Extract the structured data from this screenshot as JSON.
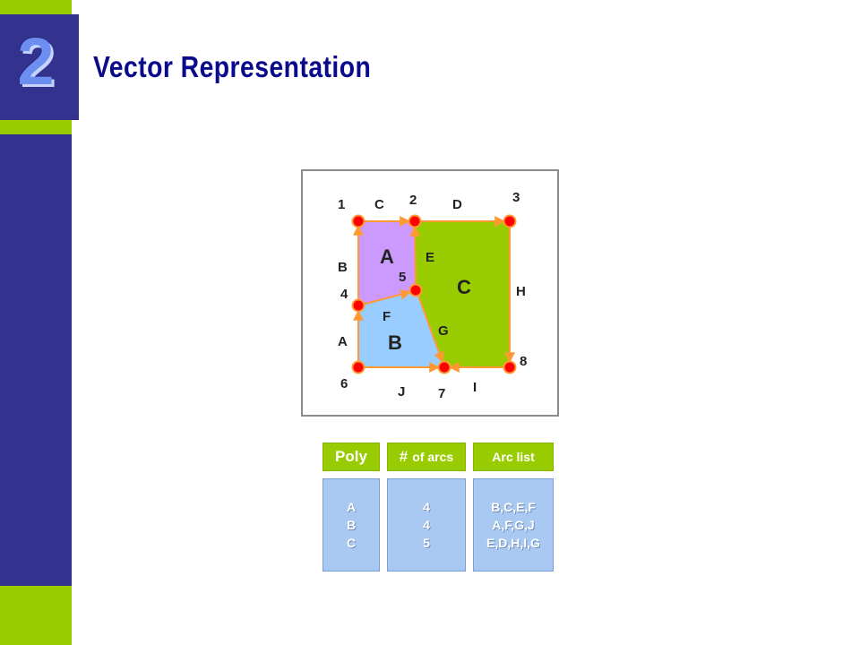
{
  "slide": {
    "number": "2",
    "title": "Vector Representation"
  },
  "diagram": {
    "polygons": [
      {
        "id": "A",
        "label": "A",
        "color": "#cc99ff"
      },
      {
        "id": "B",
        "label": "B",
        "color": "#99ccff"
      },
      {
        "id": "C",
        "label": "C",
        "color": "#99cc00"
      }
    ],
    "nodes": [
      "1",
      "2",
      "3",
      "4",
      "5",
      "6",
      "7",
      "8"
    ],
    "arcs": [
      "A",
      "B",
      "C",
      "D",
      "E",
      "F",
      "G",
      "H",
      "I",
      "J"
    ],
    "colors": {
      "node": "#ff0000",
      "node_stroke": "#ff9933",
      "arc": "#ff9933"
    }
  },
  "table": {
    "headers": {
      "poly": "Poly",
      "count_hash": "#",
      "count_rest": "of arcs",
      "arc_list": "Arc list"
    },
    "rows": [
      {
        "poly": "A",
        "count": "4",
        "arcs": "B,C,E,F"
      },
      {
        "poly": "B",
        "count": "4",
        "arcs": "A,F,G,J"
      },
      {
        "poly": "C",
        "count": "5",
        "arcs": "E,D,H,I,G"
      }
    ]
  }
}
